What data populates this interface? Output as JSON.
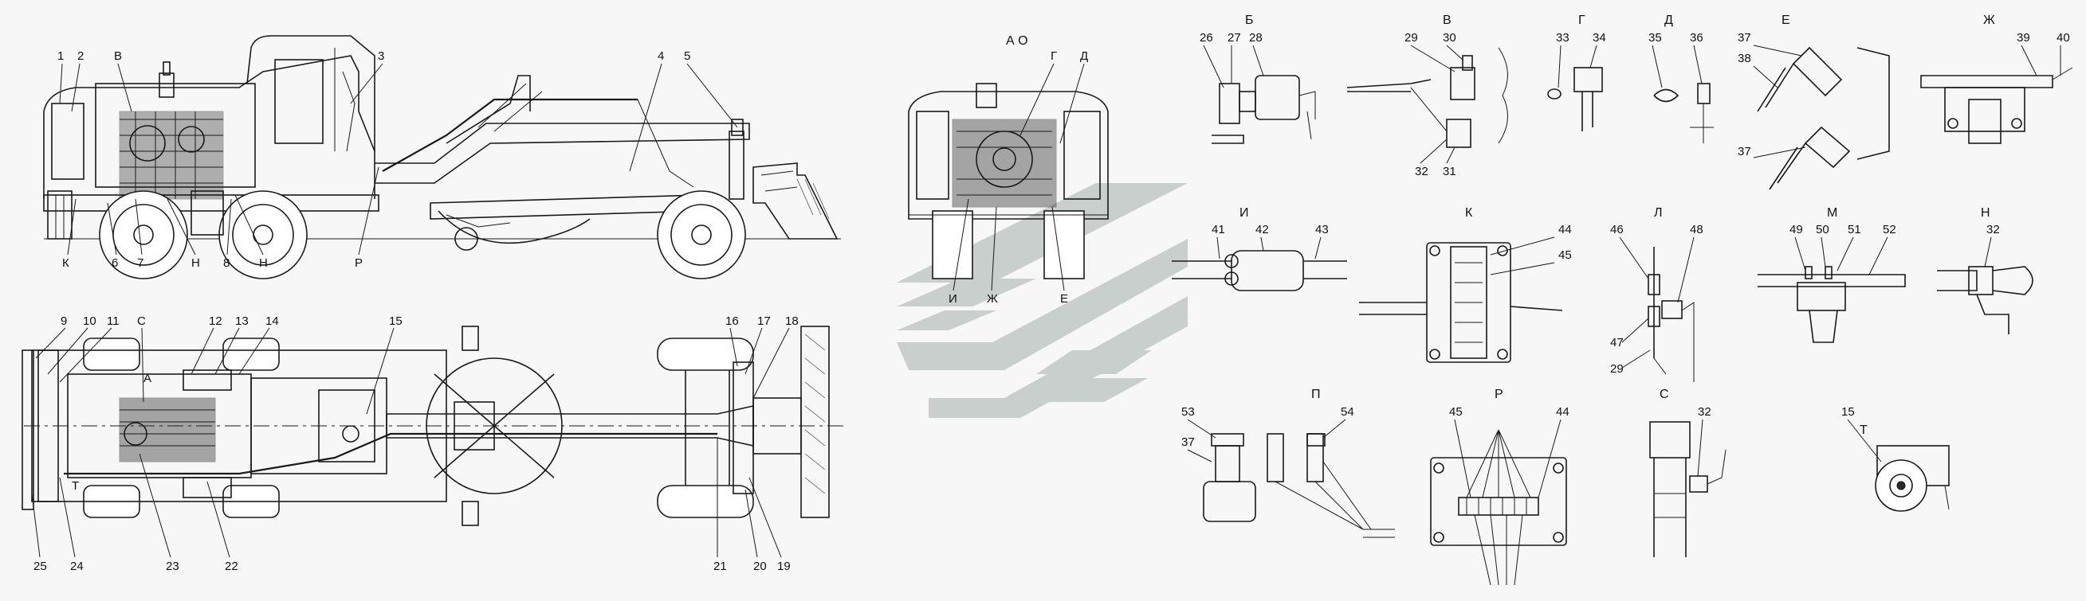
{
  "side_view": {
    "callouts": [
      "1",
      "2",
      "В",
      "3",
      "4",
      "5",
      "К",
      "6",
      "7",
      "Н",
      "8",
      "Н",
      "Р"
    ]
  },
  "top_view": {
    "callouts": [
      "9",
      "10",
      "11",
      "С",
      "12",
      "13",
      "14",
      "15",
      "16",
      "17",
      "18",
      "25",
      "24",
      "23",
      "22",
      "21",
      "20",
      "19"
    ],
    "marks": [
      "А",
      "Т"
    ]
  },
  "front_view": {
    "title": "А О",
    "callouts": [
      "Г",
      "Д",
      "И",
      "Ж",
      "Е"
    ]
  },
  "details": [
    {
      "view": "Б",
      "nums": [
        "26",
        "27",
        "28"
      ]
    },
    {
      "view": "В",
      "nums": [
        "29",
        "30",
        "32",
        "31"
      ]
    },
    {
      "view": "Г",
      "nums": [
        "33",
        "34"
      ]
    },
    {
      "view": "Д",
      "nums": [
        "35",
        "36"
      ]
    },
    {
      "view": "Е",
      "nums": [
        "37",
        "38",
        "37"
      ]
    },
    {
      "view": "Ж",
      "nums": [
        "39",
        "40"
      ]
    },
    {
      "view": "И",
      "nums": [
        "41",
        "42",
        "43"
      ]
    },
    {
      "view": "К",
      "nums": [
        "44",
        "45"
      ]
    },
    {
      "view": "Л",
      "nums": [
        "46",
        "48",
        "47",
        "29"
      ]
    },
    {
      "view": "М",
      "nums": [
        "49",
        "50",
        "51",
        "52"
      ]
    },
    {
      "view": "Н",
      "nums": [
        "32"
      ]
    },
    {
      "view": "П",
      "nums": [
        "53",
        "37",
        "54"
      ]
    },
    {
      "view": "Р",
      "nums": [
        "45",
        "44"
      ]
    },
    {
      "view": "С",
      "nums": [
        "32"
      ]
    },
    {
      "view": "Т",
      "nums": [
        "15"
      ]
    }
  ],
  "watermark": {
    "color": "#c9cfcd"
  }
}
